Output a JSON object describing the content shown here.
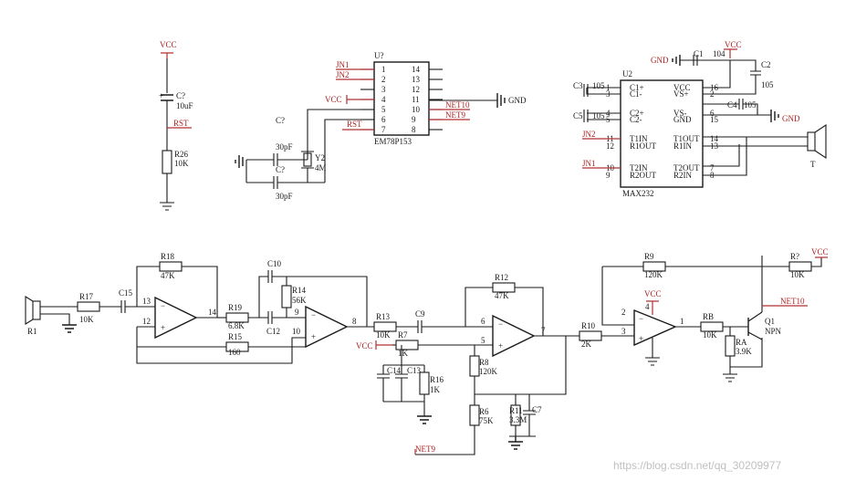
{
  "power": {
    "vcc": "VCC",
    "gnd": "GND"
  },
  "reset": {
    "cap": "C?",
    "cap_val": "10uF",
    "net": "RST",
    "res": "R26",
    "res_val": "10K"
  },
  "mcu": {
    "ref": "U?",
    "part": "EM78P153",
    "pins_left": [
      "1",
      "2",
      "3",
      "4",
      "5",
      "6",
      "7"
    ],
    "pins_right": [
      "14",
      "13",
      "12",
      "11",
      "10",
      "9",
      "8"
    ],
    "nets_left": [
      "JN1",
      "JN2",
      "",
      "VCC",
      "",
      "",
      "RST"
    ],
    "nets_right": [
      "",
      "",
      "",
      "",
      "NET10",
      "NET9",
      ""
    ],
    "gnd_label": "GND",
    "c1": "C?",
    "c1_val": "30pF",
    "c2": "C?",
    "c2_val": "30pF",
    "xtal": "Y2",
    "xtal_val": "4M"
  },
  "max232": {
    "ref": "U2",
    "part": "MAX232",
    "left_pins": [
      "1",
      "3",
      "4",
      "5",
      "11",
      "12",
      "10",
      "9"
    ],
    "left_names": [
      "C1+",
      "C1-",
      "C2+",
      "C2-",
      "T1IN",
      "R1OUT",
      "T2IN",
      "R2OUT"
    ],
    "right_pins": [
      "16",
      "2",
      "6",
      "15",
      "14",
      "13",
      "7",
      "8"
    ],
    "right_names": [
      "VCC",
      "VS+",
      "VS-",
      "GND",
      "T1OUT",
      "R1IN",
      "T2OUT",
      "R2IN"
    ],
    "c1": "C1",
    "c1_val": "104",
    "c2": "C2",
    "c2_val": "105",
    "c3": "C3",
    "c3_val": "105",
    "c4": "C4",
    "c4_val": "105",
    "c5": "C5",
    "c5_val": "105",
    "jn1": "JN1",
    "jn2": "JN2",
    "speaker": "T",
    "vcc": "VCC",
    "gnd1": "GND",
    "gnd2": "GND"
  },
  "amp": {
    "r1": "R1",
    "r17": "R17",
    "r17_val": "10K",
    "c15": "C15",
    "r18": "R18",
    "r18_val": "47K",
    "u1_pins": [
      "13",
      "12",
      "14"
    ],
    "r19": "R19",
    "r19_val": "6.8K",
    "r15": "R15",
    "r15_val": "160",
    "c10": "C10",
    "c12": "C12",
    "r14": "R14",
    "r14_val": "56K",
    "u2_pins": [
      "9",
      "10",
      "8"
    ],
    "r13": "R13",
    "r13_val": "10K",
    "c9": "C9",
    "r7": "R7",
    "r7_val": "1K",
    "vcc2": "VCC",
    "c14": "C14",
    "c13": "C13",
    "r16": "R16",
    "r16_val": "1K",
    "r12": "R12",
    "r12_val": "47K",
    "u3_pins": [
      "6",
      "5",
      "7"
    ],
    "r8": "R8",
    "r8_val": "120K",
    "r6": "R6",
    "r6_val": "75K",
    "r11": "R11",
    "r11_val": "3.3M",
    "c7": "C7",
    "net9": "NET9",
    "r9": "R9",
    "r9_val": "120K",
    "r10": "R10",
    "r10_val": "2K",
    "u4_pins": [
      "2",
      "3",
      "1",
      "4"
    ],
    "vcc3": "VCC",
    "rb": "RB",
    "rb_val": "10K",
    "ra": "RA",
    "ra_val": "3.9K",
    "q1": "Q1",
    "q1_type": "NPN",
    "rq": "R?",
    "rq_val": "10K",
    "vcc4": "VCC",
    "net10": "NET10"
  },
  "watermark": "https://blog.csdn.net/qq_30209977"
}
